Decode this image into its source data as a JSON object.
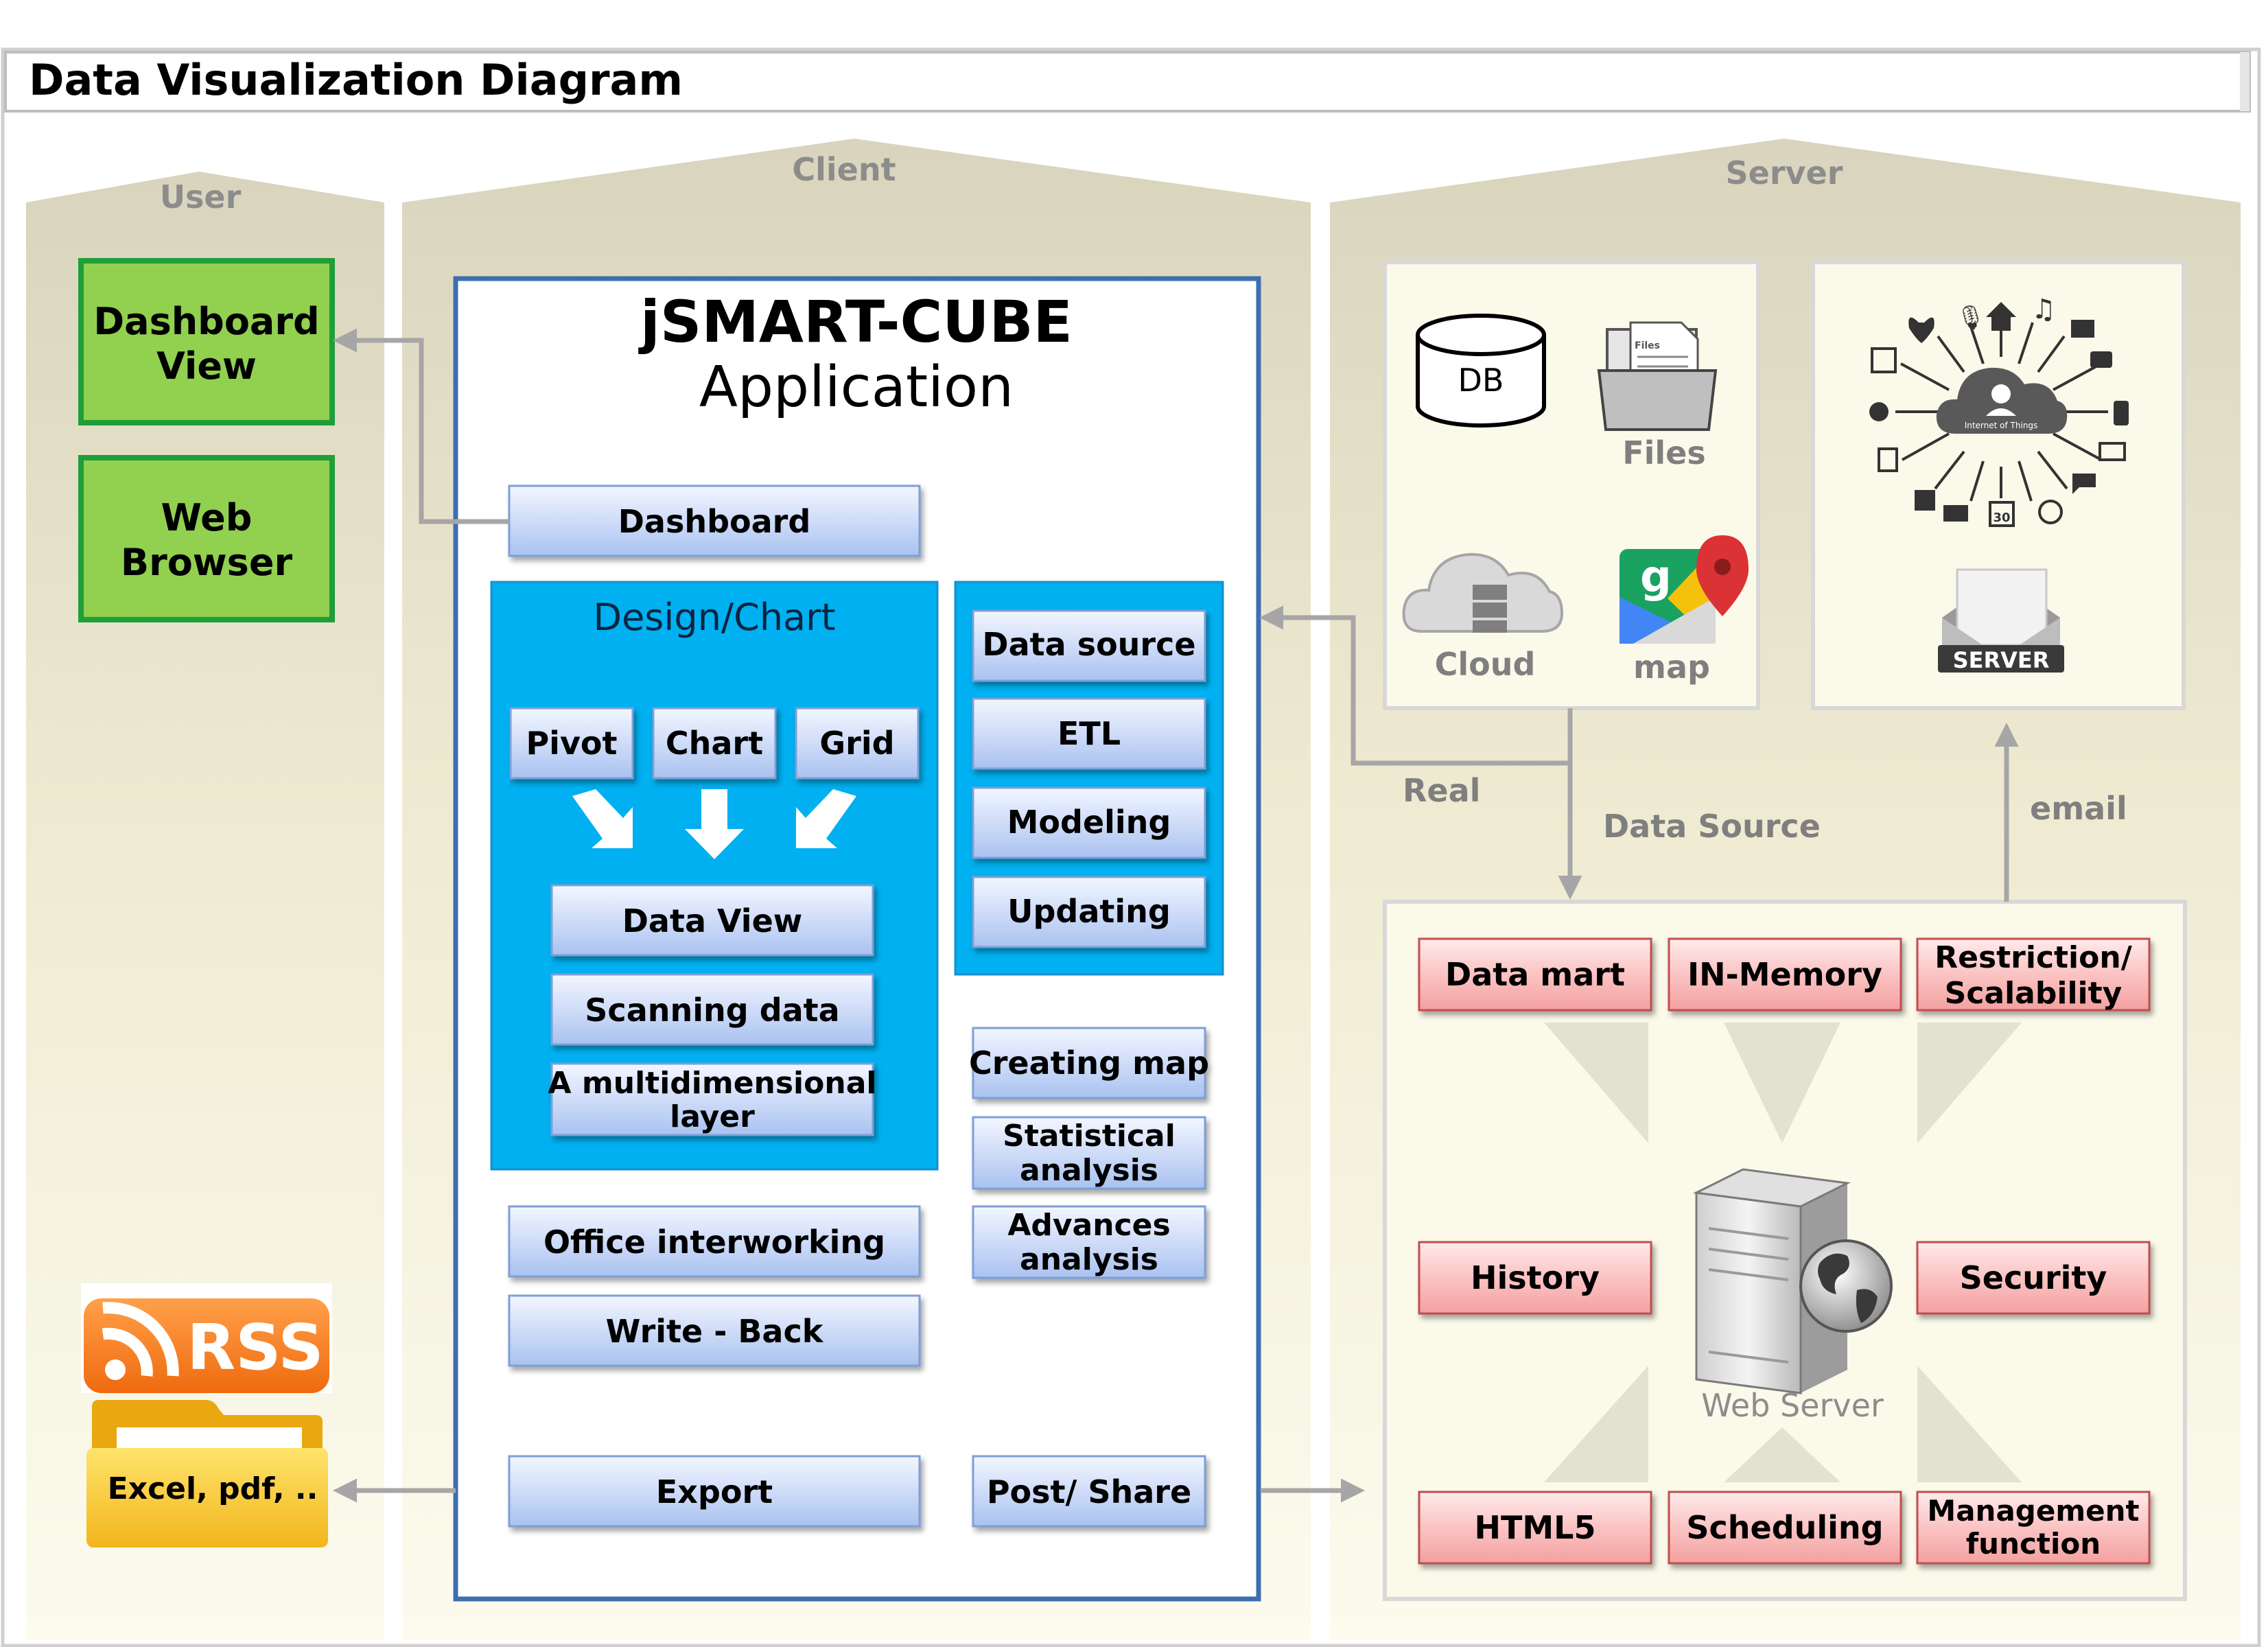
{
  "title": "Data Visualization Diagram",
  "columns": {
    "user": "User",
    "client": "Client",
    "server": "Server"
  },
  "user": {
    "dashboard_view": [
      "Dashboard",
      "View"
    ],
    "web_browser": [
      "Web",
      "Browser"
    ],
    "rss": "RSS",
    "export_files": "Excel, pdf, .."
  },
  "app": {
    "title": "jSMART-CUBE",
    "subtitle": "Application",
    "dashboard": "Dashboard",
    "design_chart": "Design/Chart",
    "pivot": "Pivot",
    "chart": "Chart",
    "grid": "Grid",
    "data_view": "Data View",
    "scanning_data": "Scanning data",
    "multidim_layer": [
      "A multidimensional",
      "layer"
    ],
    "data_source": "Data source",
    "etl": "ETL",
    "modeling": "Modeling",
    "updating": "Updating",
    "creating_map": "Creating map",
    "statistical_analysis": [
      "Statistical",
      "analysis"
    ],
    "advances_analysis": [
      "Advances",
      "analysis"
    ],
    "office_interworking": "Office interworking",
    "write_back": "Write - Back",
    "export": "Export",
    "post_share": "Post/ Share"
  },
  "server": {
    "db": "DB",
    "files": "Files",
    "files_doc": "Files",
    "cloud": "Cloud",
    "map": "map",
    "iot": "Internet of Things",
    "server_badge": "SERVER",
    "calendar_day": "30",
    "real": "Real",
    "data_source": "Data Source",
    "email": "email",
    "web_server": "Web Server",
    "data_mart": "Data mart",
    "in_memory": "IN-Memory",
    "restriction": [
      "Restriction/",
      "Scalability"
    ],
    "history": "History",
    "security": "Security",
    "html5": "HTML5",
    "scheduling": "Scheduling",
    "management": [
      "Management",
      "function"
    ]
  },
  "colors": {
    "column_band_top": "#d9d4bd",
    "column_band_bottom": "#fcfbee",
    "green_box": "#92d050",
    "green_border": "#1f9e3a",
    "blue_panel": "#00b0f0",
    "app_border": "#3d6fb0",
    "button_top": "#e8f0fd",
    "button_bottom": "#a9c2f0",
    "red_box_top": "#ffe3e3",
    "red_box_bottom": "#f5a7a7",
    "arrow_gray": "#a6a6a6"
  }
}
